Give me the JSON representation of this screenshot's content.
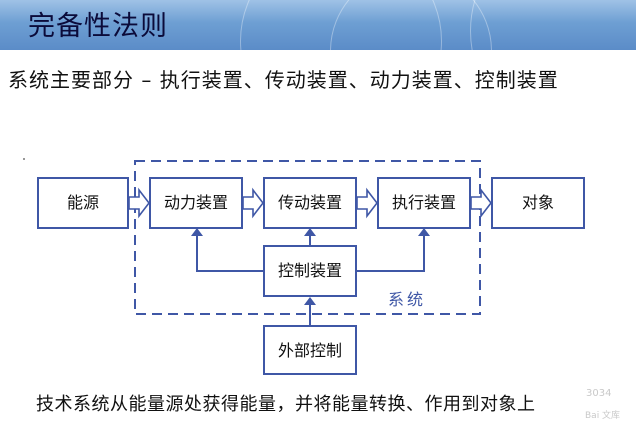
{
  "slide": {
    "title": "完备性法则",
    "subtitle": "系统主要部分 – 执行装置、传动装置、动力装置、控制装置",
    "caption": "技术系统从能量源处获得能量，并将能量转换、作用到对象上"
  },
  "diagram": {
    "nodes": {
      "energy_source": "能源",
      "power_device": "动力装置",
      "transmission_device": "传动装置",
      "execution_device": "执行装置",
      "target_object": "对象",
      "control_device": "控制装置",
      "external_control": "外部控制"
    },
    "system_label": "系统"
  },
  "watermark": {
    "number": "3034",
    "logo_text": "Bai 文库"
  },
  "colors": {
    "header_blue": "#6e9fd3",
    "node_border": "#3f57a6",
    "arrow_fill": "#ffffff",
    "text": "#111111"
  }
}
